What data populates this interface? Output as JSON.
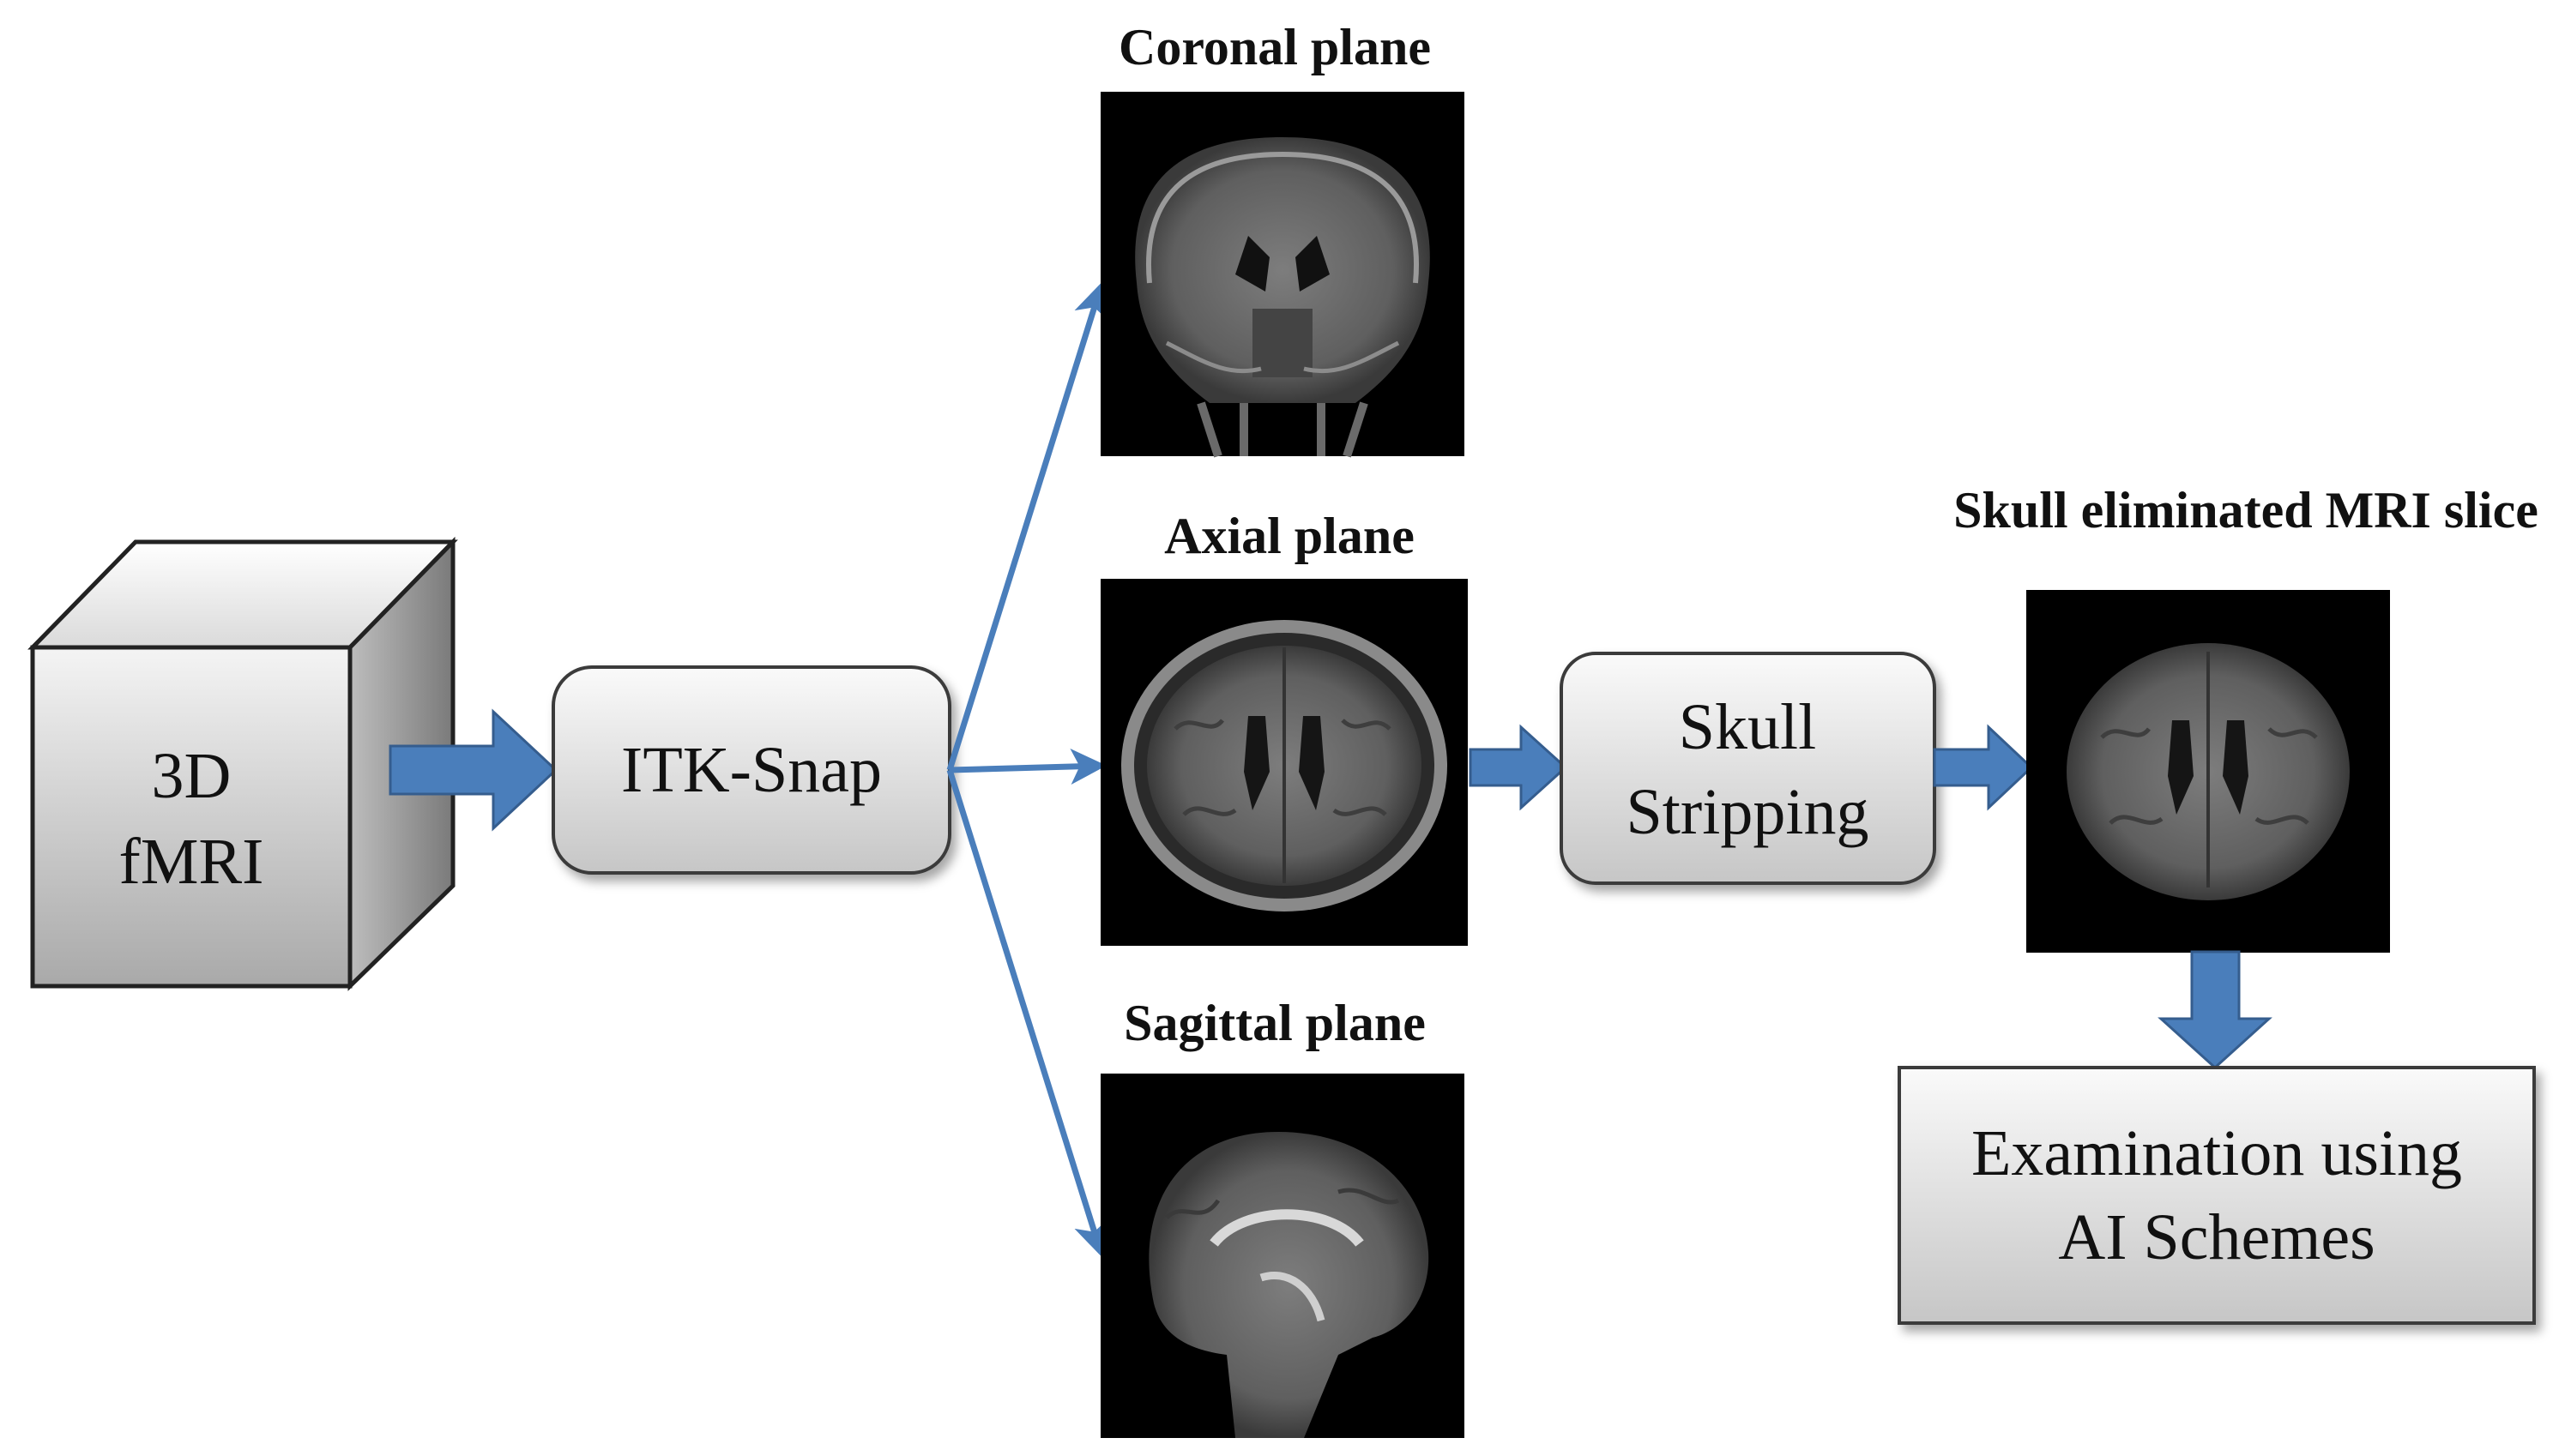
{
  "cube": {
    "line1": "3D",
    "line2": "fMRI"
  },
  "itk_snap": {
    "label": "ITK-Snap"
  },
  "planes": {
    "coronal": "Coronal plane",
    "axial": "Axial plane",
    "sagittal": "Sagittal plane"
  },
  "skull_stripping": {
    "line1": "Skull",
    "line2": "Stripping"
  },
  "result": {
    "caption": "Skull eliminated MRI slice"
  },
  "examination": {
    "line1": "Examination using",
    "line2": "AI Schemes"
  },
  "colors": {
    "arrow_blue": "#4a7ebb",
    "arrow_outline": "#355d8e",
    "box_border": "#3a3a3a",
    "scan_background": "#000000"
  },
  "icons": {
    "coronal_scan": "coronal-mri-slice",
    "axial_scan": "axial-mri-slice",
    "sagittal_scan": "sagittal-mri-slice",
    "stripped_scan": "skull-stripped-mri-slice"
  }
}
